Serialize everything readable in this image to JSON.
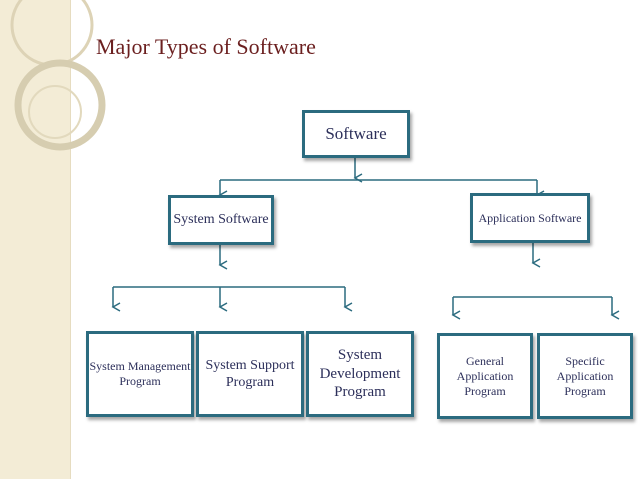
{
  "slide": {
    "title": "Major Types of Software"
  },
  "diagram": {
    "root": "Software",
    "system_software": "System Software",
    "application_software": "Application Software",
    "system_children": [
      "System Management Program",
      "System Support Program",
      "System Development Program"
    ],
    "application_children": [
      "General Application Program",
      "Specific Application Program"
    ]
  },
  "colors": {
    "title": "#6b1f1f",
    "box_border": "#2b6b7f",
    "box_text": "#2c2f5a",
    "connector": "#2b6b7f",
    "side_band": "#f3ecd6"
  }
}
